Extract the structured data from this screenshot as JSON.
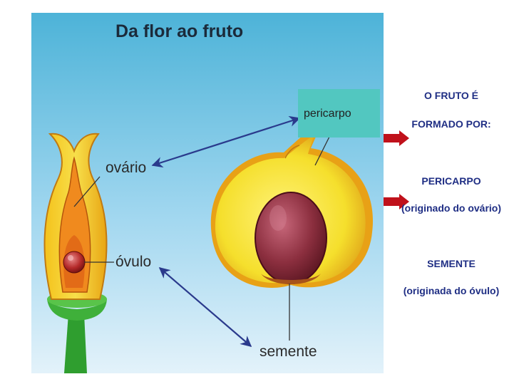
{
  "illustration": {
    "title": "Da flor ao fruto",
    "labels": {
      "ovario": "ovário",
      "ovulo": "óvulo",
      "semente": "semente"
    }
  },
  "highlight_box": {
    "label": "pericarpo",
    "color": "#52c7c0"
  },
  "side_text": {
    "heading_line1": "O FRUTO É",
    "heading_line2": "FORMADO POR:",
    "part1": "PERICARPO",
    "part1_origin": "(originado do ovário)",
    "part2": "SEMENTE",
    "part2_origin": "(originada do óvulo)"
  },
  "colors": {
    "text_blue": "#1f2e84",
    "arrow_blue": "#2a3a8c",
    "arrow_red": "#c0111b",
    "background_top": "#4db3d8",
    "background_bottom": "#e3f2fa"
  }
}
